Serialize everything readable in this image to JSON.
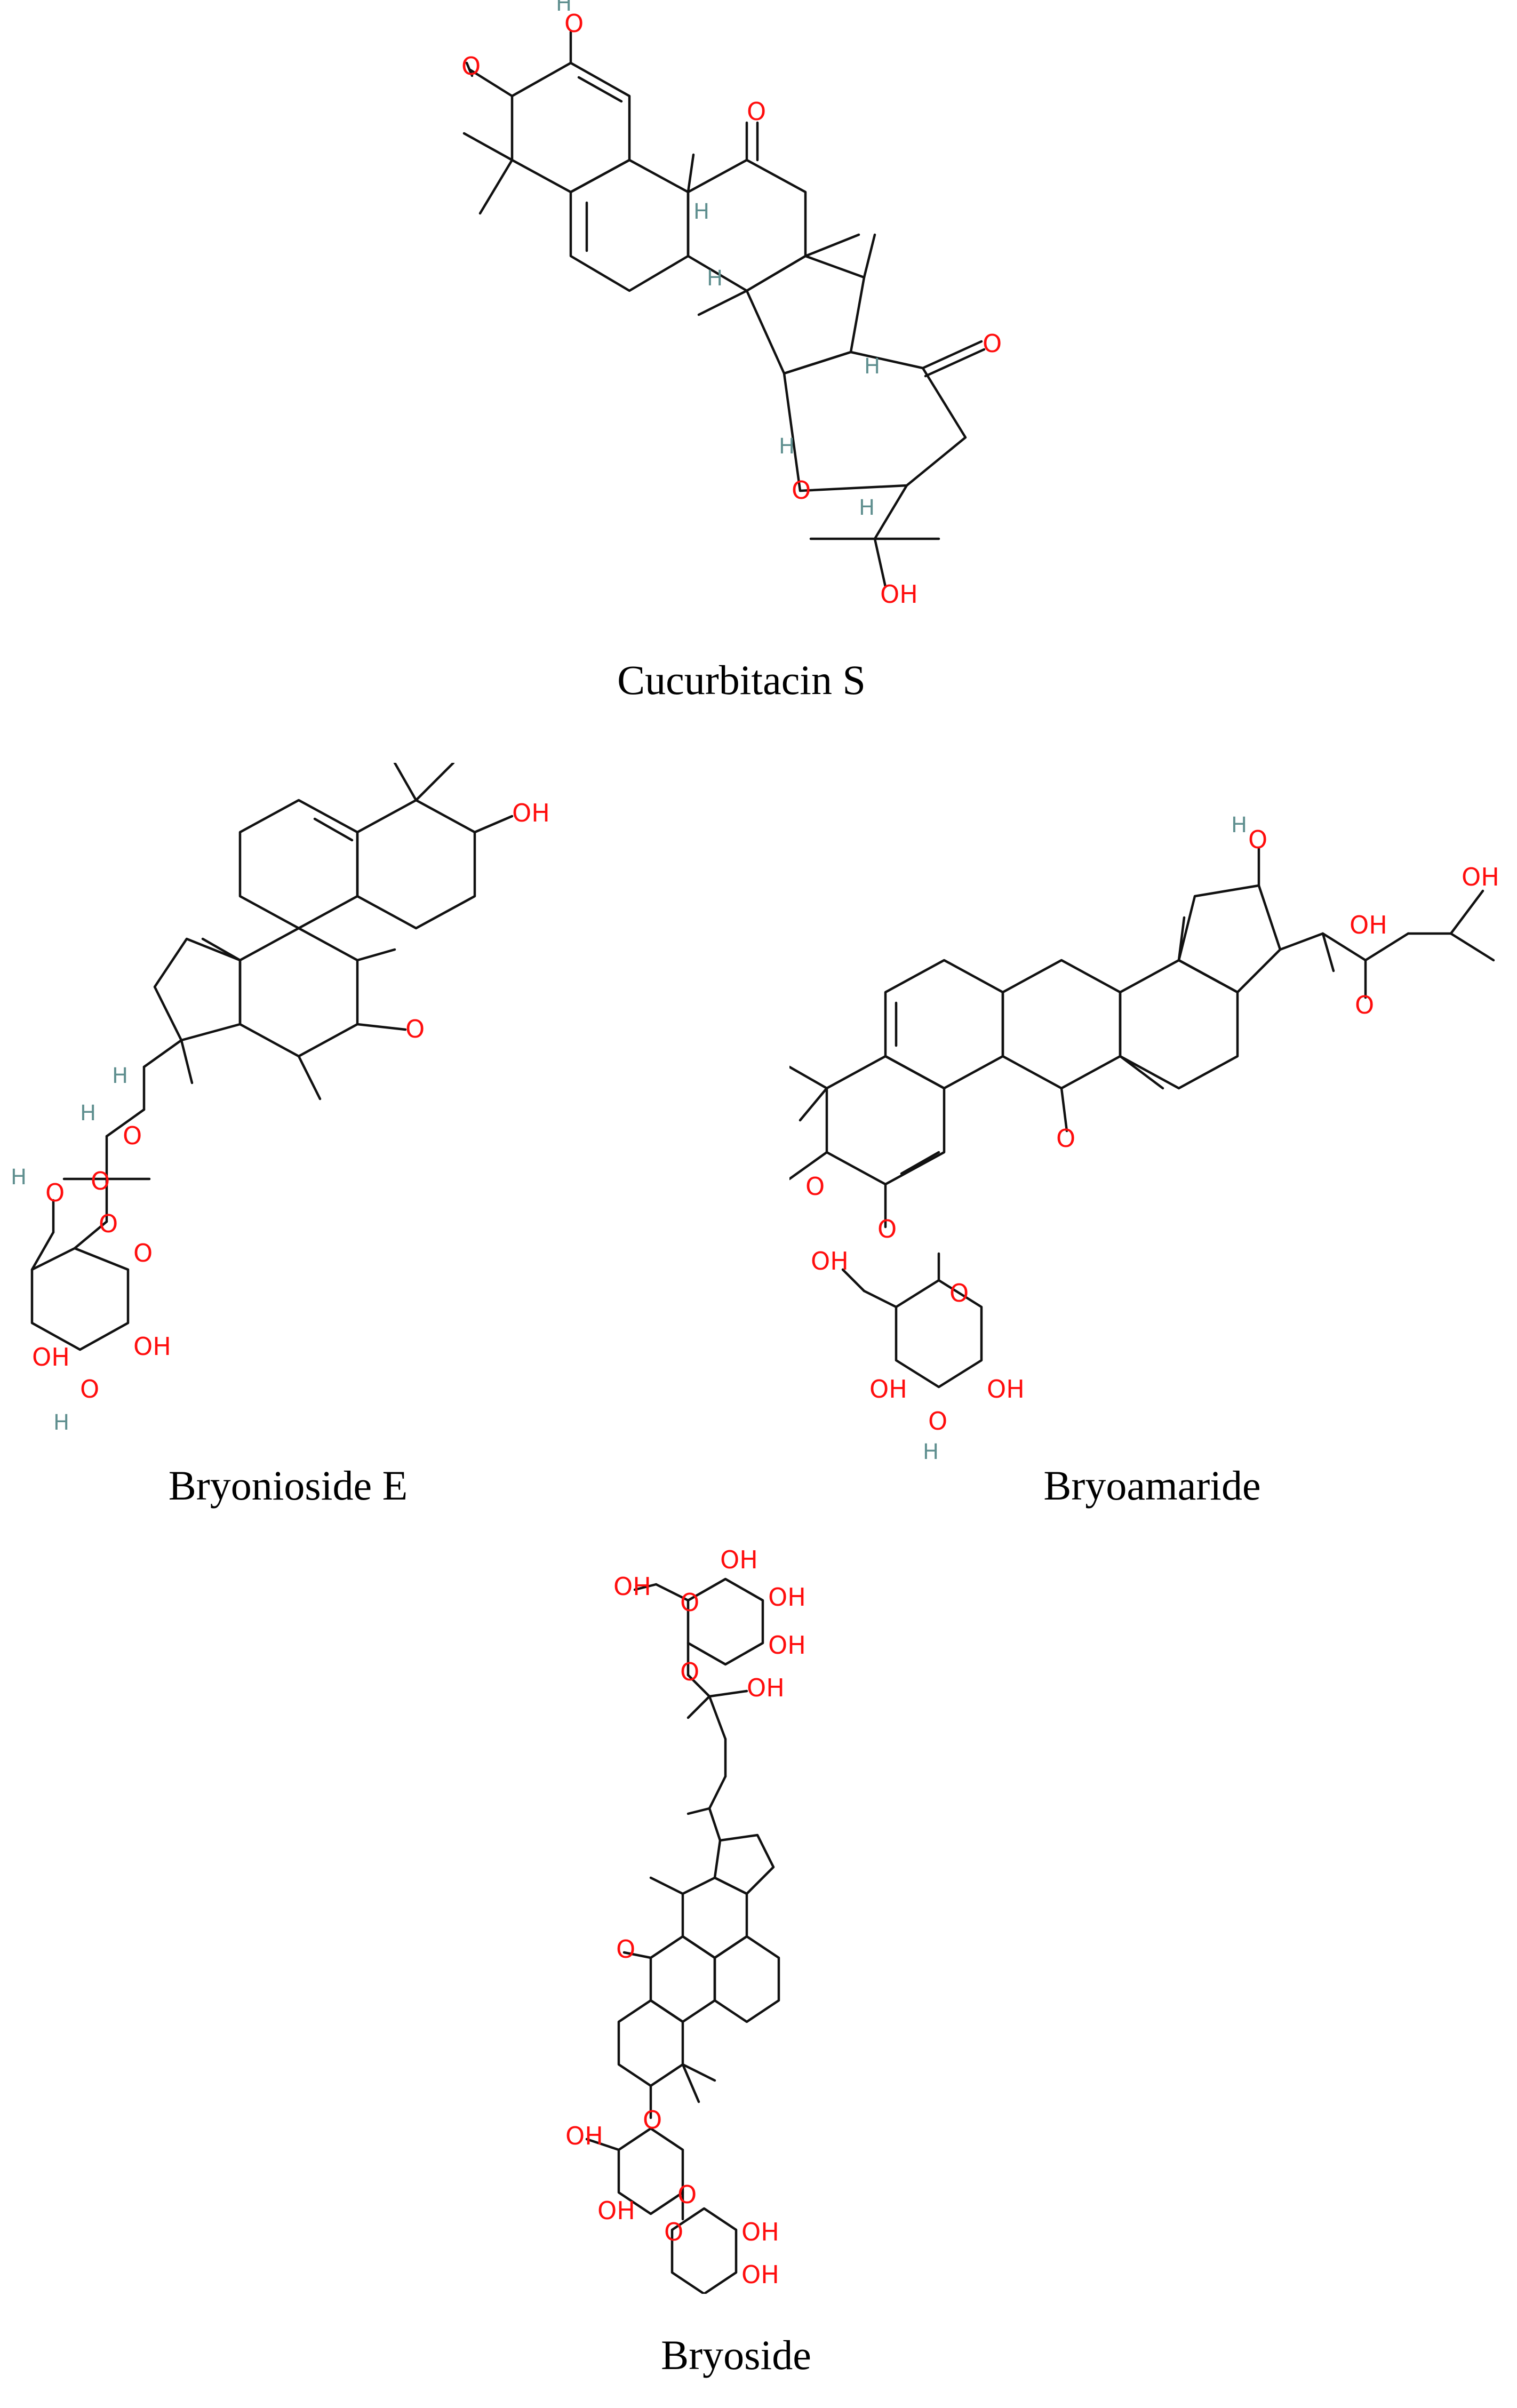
{
  "figure": {
    "compounds": [
      {
        "id": "cucurbitacin-s",
        "name": "Cucurbitacin S"
      },
      {
        "id": "bryonioside-e",
        "name": "Bryonioside E"
      },
      {
        "id": "bryoamaride",
        "name": "Bryoamaride"
      },
      {
        "id": "bryoside",
        "name": "Bryoside"
      }
    ]
  },
  "atom_labels": {
    "oxygen": "O",
    "hydroxyl": "OH",
    "hydrogen": "H"
  },
  "colors": {
    "oxygen": "#ff0d0d",
    "hydrogen": "#5f8f8f",
    "bond": "#111111"
  }
}
